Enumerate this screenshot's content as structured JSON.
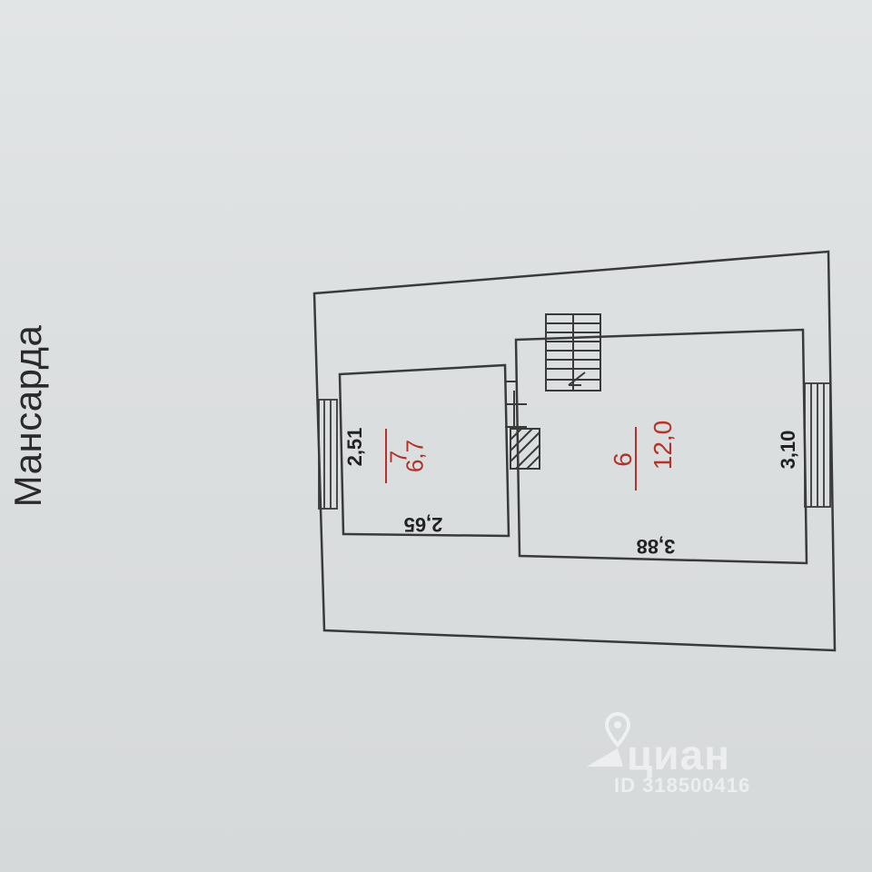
{
  "title": "Мансарда",
  "rooms": [
    {
      "number": "7",
      "area": "6,7",
      "width": "2,65",
      "depth": "2,51"
    },
    {
      "number": "6",
      "area": "12,0",
      "width": "3,88",
      "depth": "3,10"
    }
  ],
  "watermark": {
    "brand": "циан",
    "id": "ID 318500416"
  },
  "colors": {
    "line": "#3a3a3a",
    "room_label": "#b5322a",
    "background": "#dfe2e3"
  }
}
